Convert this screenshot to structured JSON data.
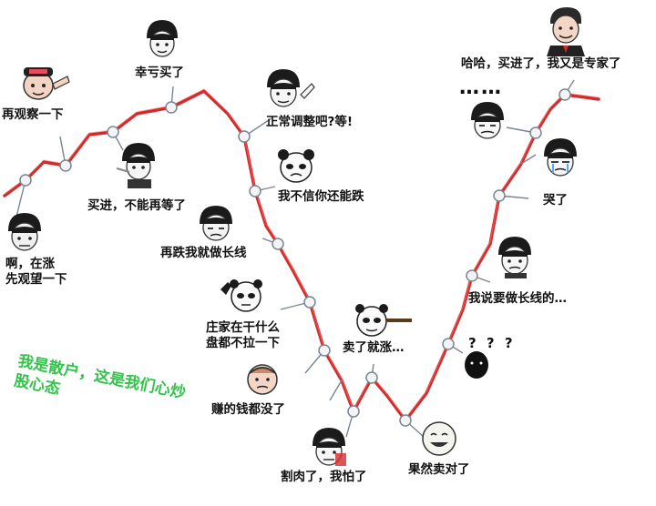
{
  "labels": {
    "observe_again": "再观察一下",
    "rising_wait": "啊，在涨\n先观望一下",
    "lucky_bought": "幸亏买了",
    "bought_cant_wait": "买进，不能再等了",
    "normal_adjust": "正常调整吧?等!",
    "dont_believe": "我不信你还能跌",
    "fall_long_term": "再跌我就做长线",
    "dealer_doing": "庄家在干什么\n盘都不拉一下",
    "profit_gone": "赚的钱都没了",
    "cut_loss_afraid": "割肉了，我怕了",
    "sold_then_rise": "卖了就涨…",
    "indeed_sold_right": "果然卖对了",
    "question_marks": "? ? ?",
    "said_long_term": "我说要做长线的…",
    "cried": "哭了",
    "dots": "……",
    "haha_expert": "哈哈，买进了，我又是专家了"
  },
  "caption": "我是散户，这是我们心炒\n股心态",
  "colors": {
    "line": "#d42a2a",
    "line_highlight": "#ff7a7a",
    "node_fill": "#f2f4f6",
    "node_stroke": "#7a8591",
    "caption": "#32c34a"
  }
}
